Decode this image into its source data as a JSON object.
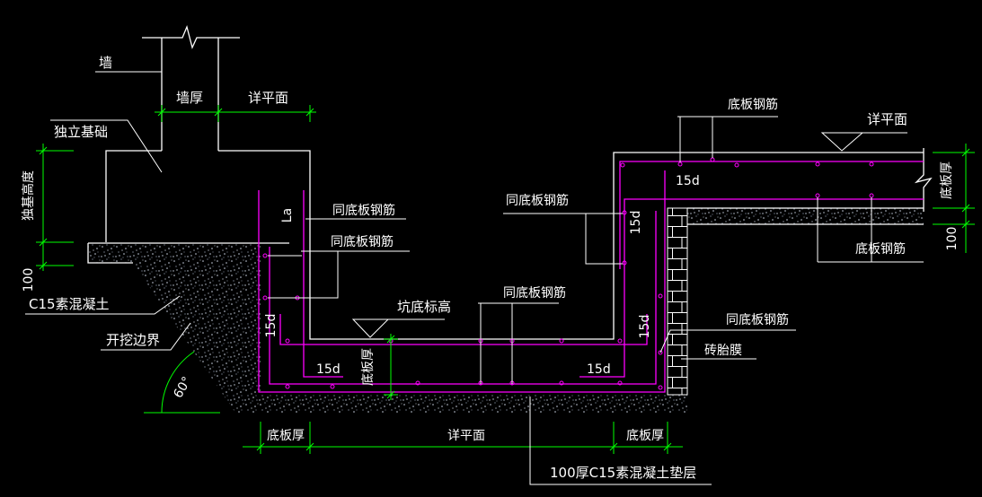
{
  "colors": {
    "background": "#000000",
    "outline": "#ffffff",
    "rebar": "#ff00ff",
    "dimension": "#00ff00",
    "concrete_speckle": "#c8d0e0",
    "text": "#ffffff"
  },
  "left_foundation": {
    "wall": "墙",
    "isolated_foundation": "独立基础",
    "c15_concrete": "C15素混凝土",
    "excavation_boundary": "开挖边界",
    "slope_angle": "60°"
  },
  "pit": {
    "anchorage_la": "La",
    "same_as_slab_rebar_1": "同底板钢筋",
    "same_as_slab_rebar_2": "同底板钢筋",
    "pit_bottom_elevation": "坑底标高",
    "same_as_slab_rebar_3": "同底板钢筋",
    "same_as_slab_rebar_4": "同底板钢筋",
    "same_as_slab_rebar_5": "同底板钢筋",
    "hook_15d_left_vertical": "15d",
    "hook_15d_left_horizontal": "15d",
    "hook_15d_right_horizontal": "15d",
    "hook_15d_right_vertical": "15d",
    "hook_15d_wall_vertical": "15d",
    "hook_15d_slab_horizontal": "15d",
    "brick_formwork": "砖胎膜",
    "cushion_note": "100厚C15素混凝土垫层"
  },
  "raised_slab": {
    "slab_rebar_top": "底板钢筋",
    "slab_rebar_bottom": "底板钢筋",
    "see_plan": "详平面"
  },
  "dimensions": {
    "wall_thickness": "墙厚",
    "see_plan_top": "详平面",
    "foundation_height": "独基高度",
    "cushion_100_left": "100",
    "slab_thickness_pit": "底板厚",
    "slab_thickness_right": "底板厚",
    "cushion_100_right": "100",
    "slab_thickness_bottom_left": "底板厚",
    "see_plan_bottom": "详平面",
    "slab_thickness_bottom_right": "底板厚"
  }
}
